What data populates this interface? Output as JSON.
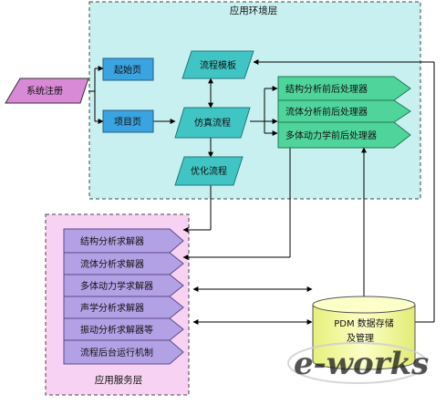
{
  "diagram": {
    "app_layer": {
      "title": "应用环境层"
    },
    "service_layer": {
      "title": "应用服务层"
    },
    "register": {
      "label": "系统注册"
    },
    "start_page": {
      "label": "起始页"
    },
    "project_page": {
      "label": "项目页"
    },
    "flow_template": {
      "label": "流程模板"
    },
    "sim_flow": {
      "label": "仿真流程"
    },
    "opt_flow": {
      "label": "优化流程"
    },
    "processors": [
      {
        "label": "结构分析前后处理器"
      },
      {
        "label": "流体分析前后处理器"
      },
      {
        "label": "多体动力学前后处理器"
      }
    ],
    "solvers": [
      {
        "label": "结构分析求解器"
      },
      {
        "label": "流体分析求解器"
      },
      {
        "label": "多体动力学求解器"
      },
      {
        "label": "声学分析求解器"
      },
      {
        "label": "振动分析求解器等"
      },
      {
        "label": "流程后台运行机制"
      }
    ],
    "pdm": {
      "line1": "PDM 数据存储",
      "line2": "及管理"
    },
    "watermark": {
      "text": "e-works"
    },
    "colors": {
      "app_bg": "#c9f0f0",
      "service_bg": "#f7d2f2",
      "box_blue": "#3aa3e0",
      "teal": "#40c4c4",
      "green": "#4fd49b",
      "purple": "#b3a1e6",
      "register": "#d88ad6",
      "pdm": "#f8ffb0",
      "watermark_orange": "#f58a1f",
      "watermark_gray": "#9a9a9a"
    }
  }
}
